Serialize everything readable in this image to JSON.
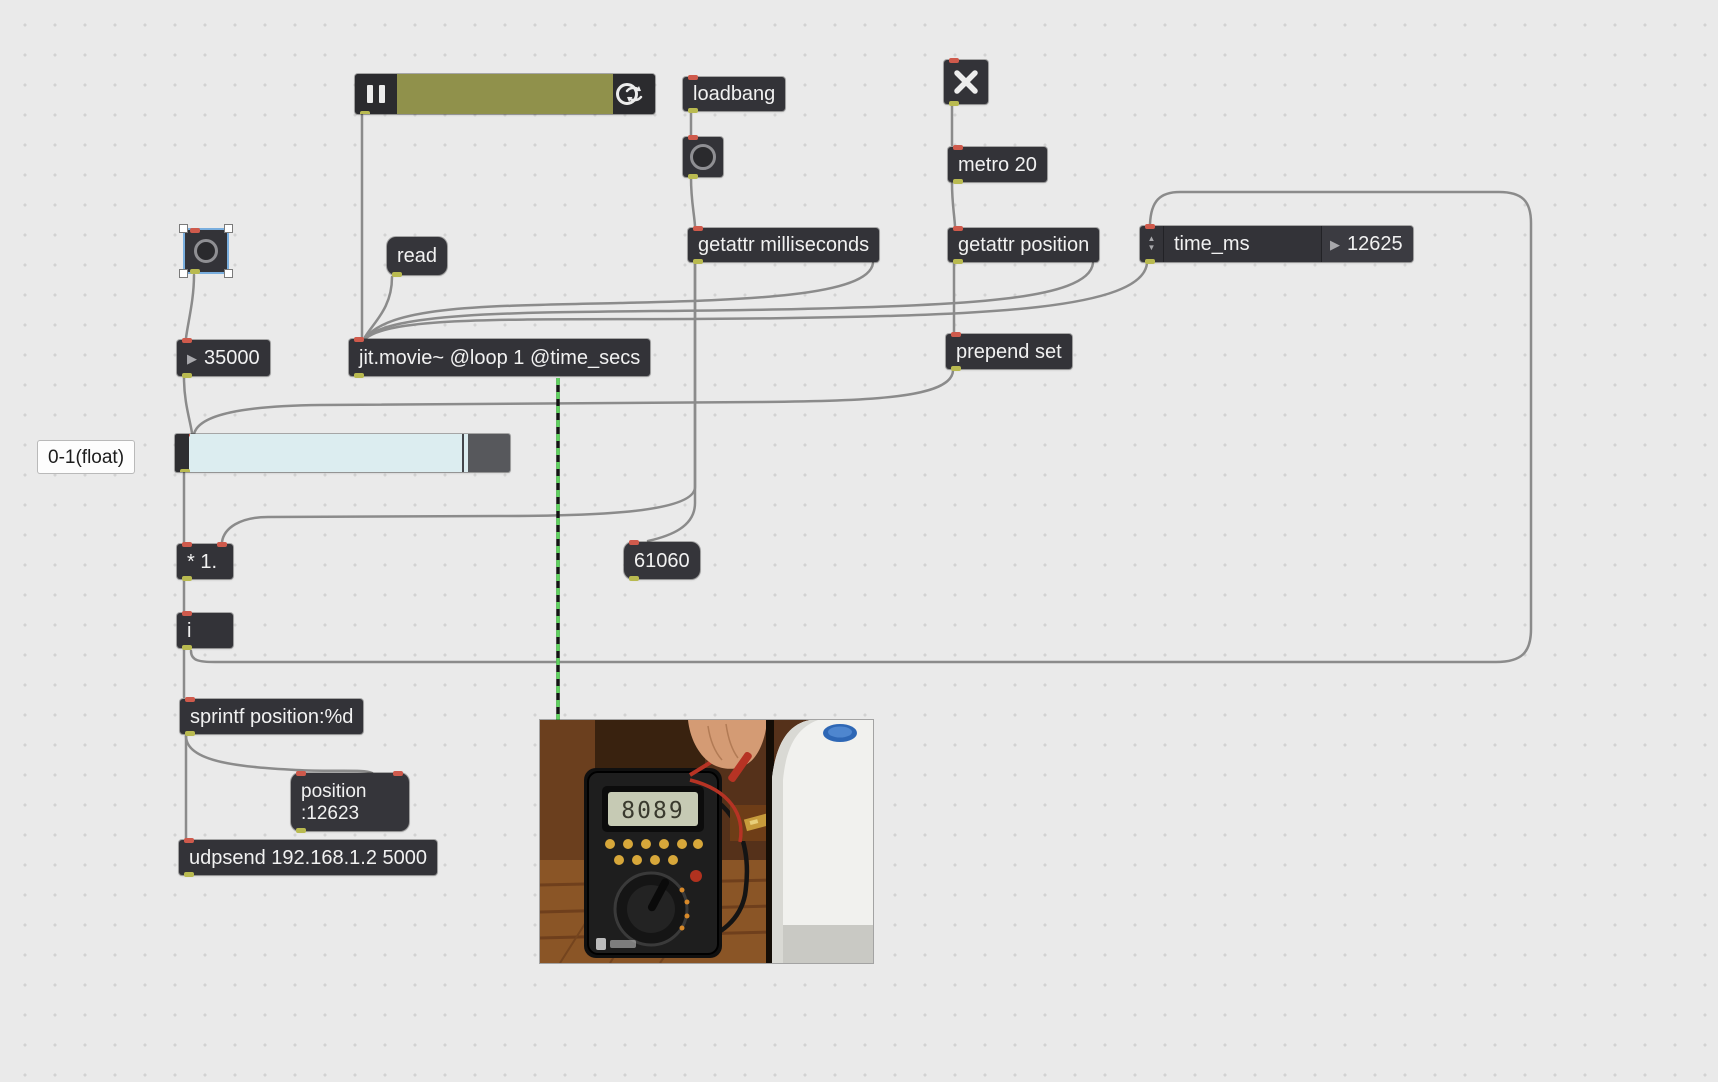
{
  "app": "max-patcher",
  "colors": {
    "canvas_bg": "#eaeaea",
    "box_bg": "#333338",
    "box_text": "#f1f1f1",
    "patch_cord": "#8b8b8b",
    "jitter_cord_green": "#5fd35f",
    "playbar_track": "#90914b",
    "slider_fill": "#dcedf0",
    "selection_blue": "#79aede",
    "inlet_dot": "#cf5a4c",
    "outlet_dot": "#b9ba50"
  },
  "icons": {
    "triangle": "▶",
    "spinner_up": "▲",
    "spinner_down": "▼"
  },
  "objects": {
    "loadbang": {
      "label": "loadbang"
    },
    "metro": {
      "label": "metro 20"
    },
    "read_message": {
      "label": "read"
    },
    "getattr_milliseconds": {
      "label": "getattr milliseconds"
    },
    "getattr_position": {
      "label": "getattr position"
    },
    "attrui": {
      "label": "time_ms",
      "value": "12625"
    },
    "number_duration": {
      "value": "35000"
    },
    "jit_movie": {
      "label": "jit.movie~ @loop 1 @time_secs"
    },
    "prepend_set": {
      "label": "prepend set"
    },
    "comment": {
      "label": "0-1(float)"
    },
    "multiply": {
      "label": "* 1."
    },
    "message_61060": {
      "label": "61060"
    },
    "int_box": {
      "label": "i"
    },
    "sprintf": {
      "label": "sprintf position:%d"
    },
    "message_position": {
      "line1": "position",
      "line2": ":12623"
    },
    "udpsend": {
      "label": "udpsend 192.168.1.2 5000"
    }
  },
  "video_preview": {
    "meter_display": "8089"
  }
}
